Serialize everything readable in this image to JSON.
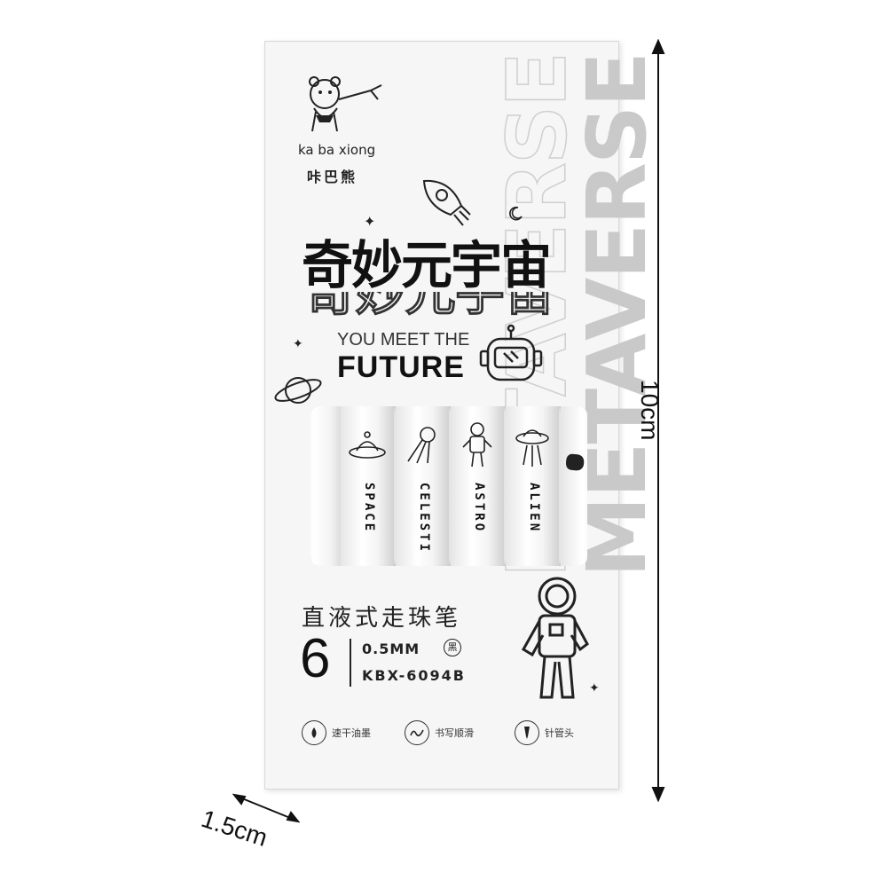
{
  "packaging": {
    "brand_latin": "ka ba xiong",
    "brand_cn": "咔巴熊",
    "title_cn": "奇妙元宇宙",
    "tagline_1": "YOU MEET THE",
    "tagline_2": "FUTURE",
    "watermark": "METAVERSE",
    "pens": [
      {
        "label": "SPACE"
      },
      {
        "label": "CELESTI"
      },
      {
        "label": "ASTRO"
      },
      {
        "label": "ALIEN"
      }
    ],
    "product_type_cn": "直液式走珠笔",
    "count": "6",
    "tip_size": "0.5MM",
    "ink_color_badge": "黑",
    "model": "KBX-6094B",
    "features": [
      {
        "icon": "ink-drop-icon",
        "text": "速干油墨"
      },
      {
        "icon": "wave-line-icon",
        "text": "书写顺滑"
      },
      {
        "icon": "pen-tip-icon",
        "text": "针管头"
      }
    ]
  },
  "dimensions": {
    "height_label": "10cm",
    "width_label": "1.5cm"
  }
}
